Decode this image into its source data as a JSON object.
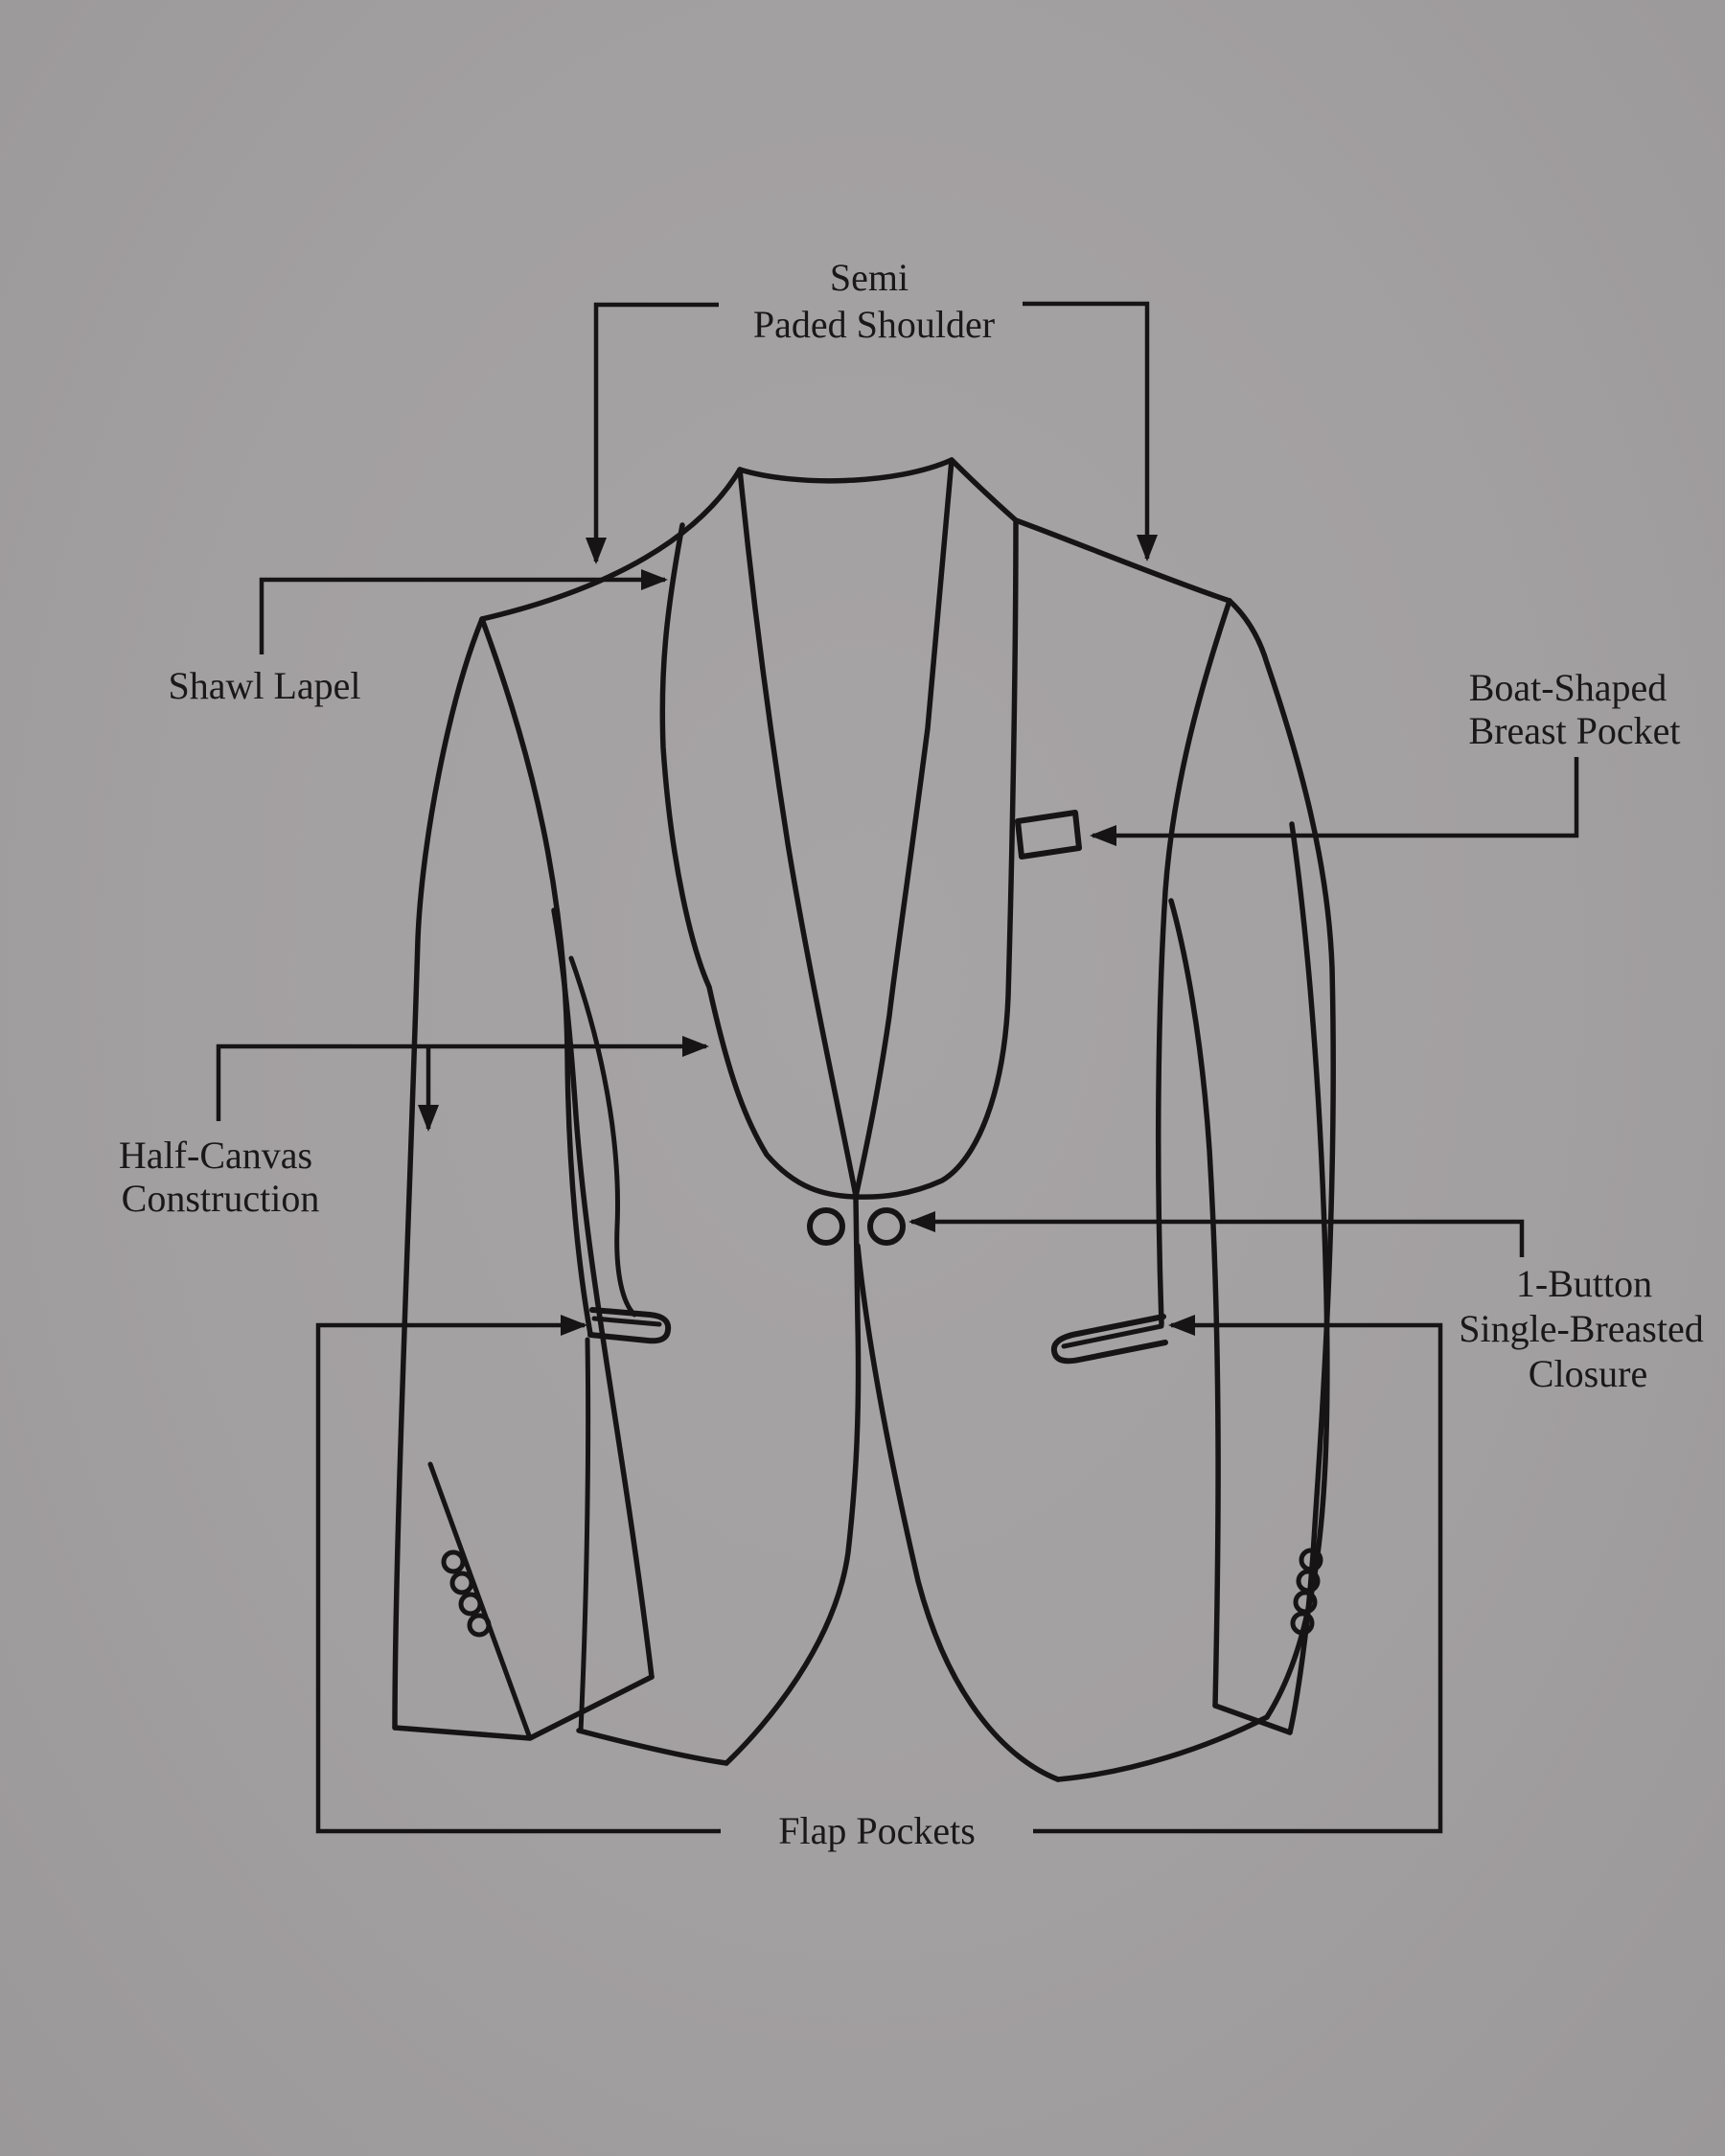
{
  "figure": {
    "type": "garment-feature-diagram",
    "subject": "Front line drawing of a shawl-collar tuxedo blazer with six labeled feature callouts",
    "garment": "tuxedo blazer"
  },
  "colors": {
    "background": "#a3a0a1",
    "line": "#161414",
    "text": "#1a1818"
  },
  "callouts": {
    "shoulder": {
      "lines": [
        "Semi",
        "Paded Shoulder"
      ]
    },
    "lapel": {
      "lines": [
        "Shawl Lapel"
      ]
    },
    "breast_pocket": {
      "lines": [
        "Boat-Shaped",
        "Breast Pocket"
      ]
    },
    "canvas": {
      "lines": [
        "Half-Canvas",
        "Construction"
      ]
    },
    "closure": {
      "lines": [
        "1-Button",
        "Single-Breasted",
        "Closure"
      ]
    },
    "flap_pockets": {
      "lines": [
        "Flap Pockets"
      ]
    }
  },
  "details": {
    "front_button_circles": 2,
    "cuff_buttons_per_sleeve": 4,
    "flap_pockets_count": 2,
    "breast_pocket_count": 1
  }
}
